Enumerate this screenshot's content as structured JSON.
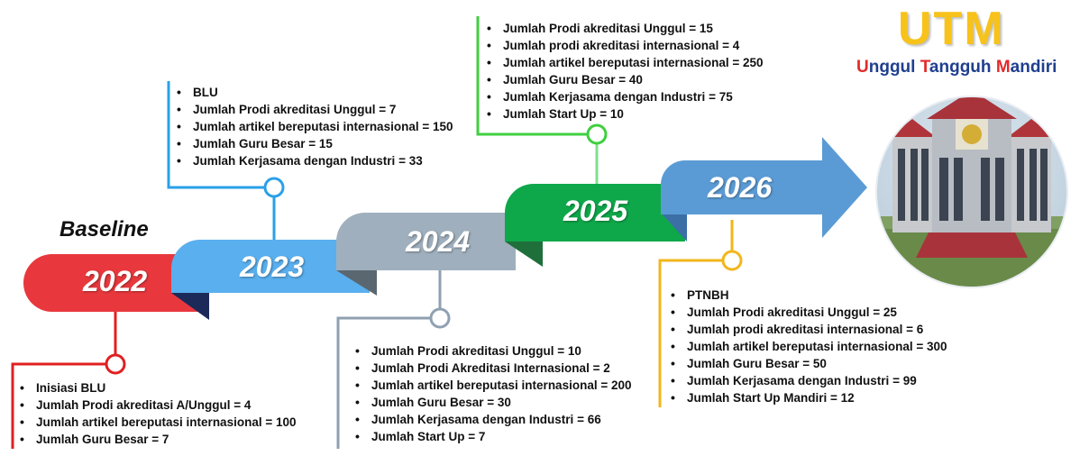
{
  "logo": {
    "title": "UTM",
    "tagline": [
      {
        "initial": "U",
        "rest": "nggul "
      },
      {
        "initial": "T",
        "rest": "angguh "
      },
      {
        "initial": "M",
        "rest": "andiri"
      }
    ]
  },
  "baseline_label": "Baseline",
  "colors": {
    "y2022": "#e8383d",
    "y2023": "#5aafee",
    "y2024": "#9fafbd",
    "y2025": "#0ea84a",
    "y2026": "#5b9bd5",
    "arrow": "#5b9bd5"
  },
  "milestones": [
    {
      "year": "2022",
      "items": [
        "Inisiasi BLU",
        "Jumlah Prodi akreditasi A/Unggul = 4",
        "Jumlah artikel bereputasi internasional = 100",
        "Jumlah Guru Besar = 7"
      ]
    },
    {
      "year": "2023",
      "items": [
        "BLU",
        "Jumlah Prodi akreditasi Unggul = 7",
        "Jumlah artikel bereputasi internasional = 150",
        "Jumlah Guru Besar = 15",
        "Jumlah Kerjasama dengan Industri = 33"
      ]
    },
    {
      "year": "2024",
      "items": [
        "Jumlah Prodi akreditasi Unggul = 10",
        "Jumlah Prodi Akreditasi Internasional = 2",
        "Jumlah artikel bereputasi internasional = 200",
        "Jumlah Guru Besar = 30",
        "Jumlah Kerjasama dengan Industri = 66",
        "Jumlah Start Up = 7"
      ]
    },
    {
      "year": "2025",
      "items": [
        "Jumlah Prodi akreditasi Unggul = 15",
        "Jumlah prodi akreditasi internasional = 4",
        "Jumlah artikel bereputasi internasional = 250",
        "Jumlah Guru Besar = 40",
        "Jumlah Kerjasama dengan Industri = 75",
        "Jumlah Start Up = 10"
      ]
    },
    {
      "year": "2026",
      "items": [
        "PTNBH",
        "Jumlah Prodi akreditasi Unggul = 25",
        "Jumlah prodi akreditasi internasional = 6",
        "Jumlah artikel bereputasi internasional = 300",
        "Jumlah Guru Besar = 50",
        "Jumlah Kerjasama dengan Industri = 99",
        "Jumlah Start Up Mandiri = 12"
      ]
    }
  ]
}
